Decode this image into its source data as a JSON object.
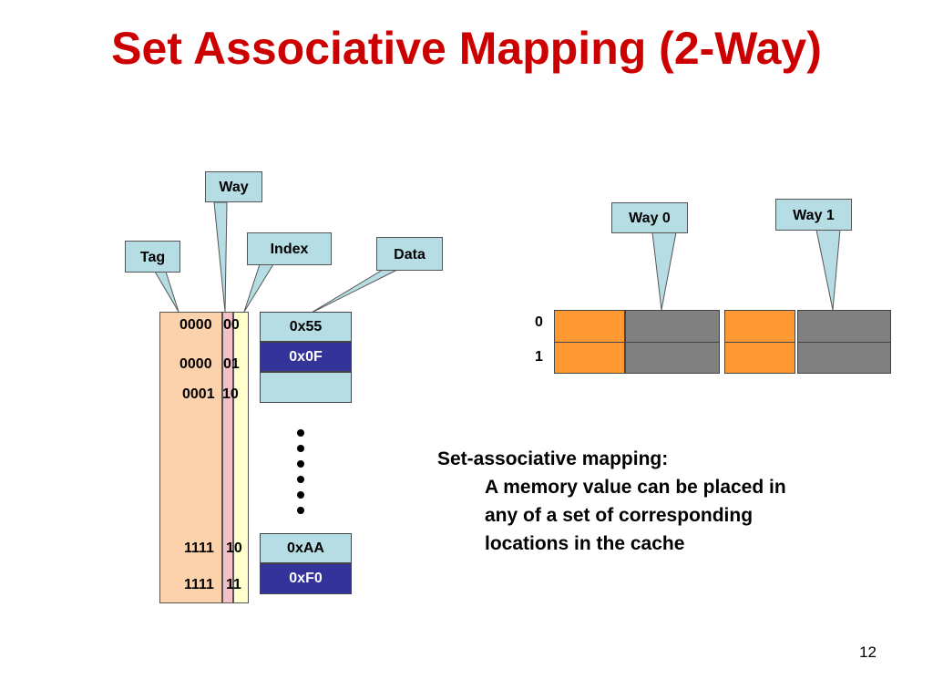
{
  "slide": {
    "title": "Set Associative Mapping (2-Way)",
    "page_number": "12"
  },
  "memory": {
    "callouts": {
      "tag": "Tag",
      "way": "Way",
      "index": "Index",
      "data": "Data"
    },
    "addresses": [
      {
        "tag": "0000",
        "index": "00"
      },
      {
        "tag": "0000",
        "index": "01"
      },
      {
        "tag": "0001",
        "index": "10"
      },
      {
        "tag": "1111",
        "index": "10"
      },
      {
        "tag": "1111",
        "index": "11"
      }
    ],
    "data_values": [
      "0x55",
      "0x0F",
      "",
      "0xAA",
      "0xF0"
    ]
  },
  "cache": {
    "way_labels": [
      "Way 0",
      "Way 1"
    ],
    "set_labels": [
      "0",
      "1"
    ]
  },
  "description": {
    "heading": "Set-associative mapping:",
    "line1": "A memory value can be placed in",
    "line2": "any of a set of corresponding",
    "line3": "locations in the cache"
  }
}
